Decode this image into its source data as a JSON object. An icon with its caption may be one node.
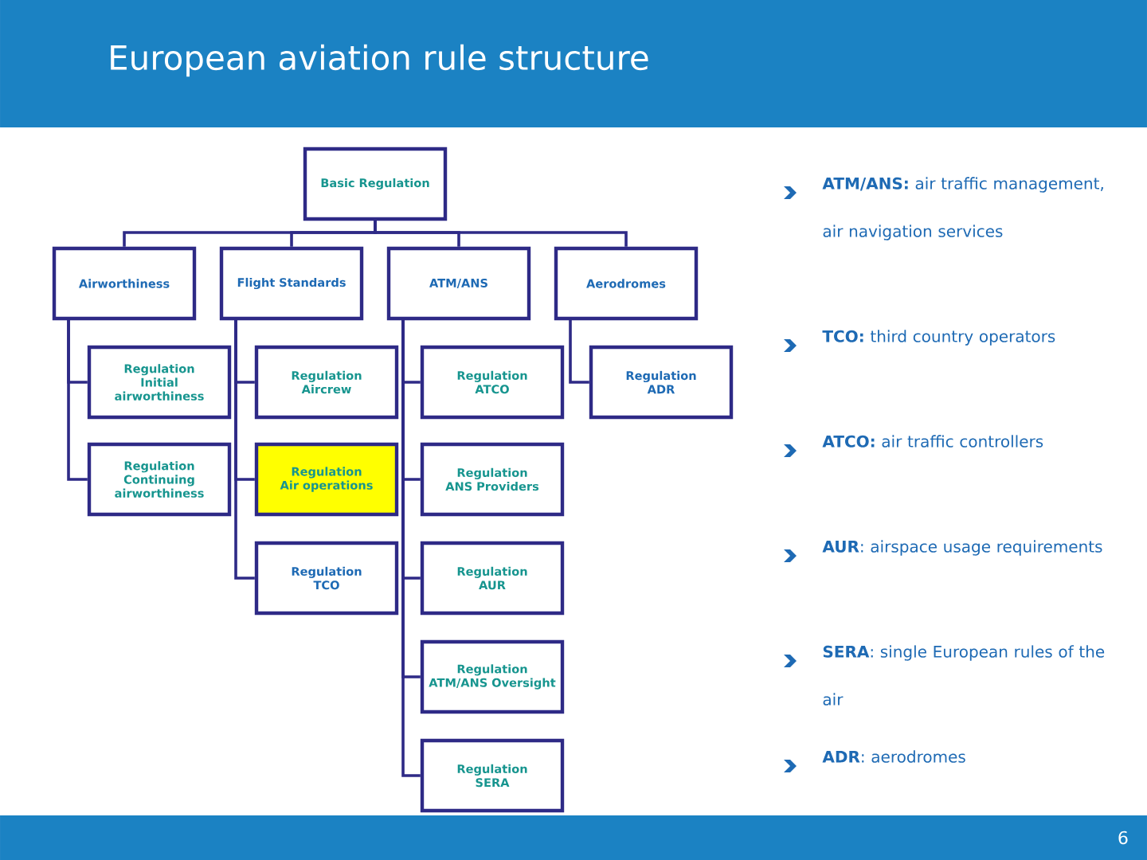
{
  "diagram": {
    "title": "European aviation rule structure",
    "nodes": [
      {
        "text": [
          "Basic Regulation"
        ]
      },
      {
        "text": [
          "Airworthiness"
        ]
      },
      {
        "text": [
          "Flight Standards"
        ]
      },
      {
        "text": [
          "ATM/ANS"
        ]
      },
      {
        "text": [
          "Aerodromes"
        ]
      },
      {
        "text": [
          "Regulation",
          "Initial airworthiness"
        ]
      },
      {
        "text": [
          "Regulation",
          "Continuing airworthiness"
        ]
      },
      {
        "text": [
          "Regulation",
          "Aircrew"
        ]
      },
      {
        "text": [
          "Regulation",
          "Air operations"
        ]
      },
      {
        "text": [
          "Regulation",
          "TCO"
        ]
      },
      {
        "text": [
          "Regulation",
          "ATCO"
        ]
      },
      {
        "text": [
          "Regulation",
          "ANS Providers"
        ]
      },
      {
        "text": [
          "Regulation",
          "AUR"
        ]
      },
      {
        "text": [
          "Regulation",
          "ATM/ANS Oversight"
        ]
      },
      {
        "text": [
          "Regulation",
          "SERA"
        ]
      },
      {
        "text": [
          "Regulation",
          "ADR"
        ]
      }
    ],
    "edges": [
      {
        "from": 0,
        "to": 1,
        "arrow": "none"
      },
      {
        "from": 0,
        "to": 2,
        "arrow": "none"
      },
      {
        "from": 0,
        "to": 3,
        "arrow": "none"
      },
      {
        "from": 0,
        "to": 4,
        "arrow": "none"
      },
      {
        "from": 1,
        "to": 5,
        "arrow": "none"
      },
      {
        "from": 1,
        "to": 6,
        "arrow": "none"
      },
      {
        "from": 2,
        "to": 7,
        "arrow": "none"
      },
      {
        "from": 2,
        "to": 8,
        "arrow": "none"
      },
      {
        "from": 2,
        "to": 9,
        "arrow": "none"
      },
      {
        "from": 3,
        "to": 10,
        "arrow": "none"
      },
      {
        "from": 3,
        "to": 11,
        "arrow": "none"
      },
      {
        "from": 3,
        "to": 12,
        "arrow": "none"
      },
      {
        "from": 3,
        "to": 13,
        "arrow": "none"
      },
      {
        "from": 3,
        "to": 14,
        "arrow": "none"
      },
      {
        "from": 4,
        "to": 15,
        "arrow": "none"
      }
    ],
    "labels": [
      "**ATM/ANS:** air traffic management, air navigation services",
      "**TCO:** third country operators",
      "**ATCO:** air traffic controllers",
      "**AUR**: airspace usage requirements",
      "**SERA**: single European rules of the air",
      "**ADR**: aerodromes",
      "6"
    ]
  }
}
